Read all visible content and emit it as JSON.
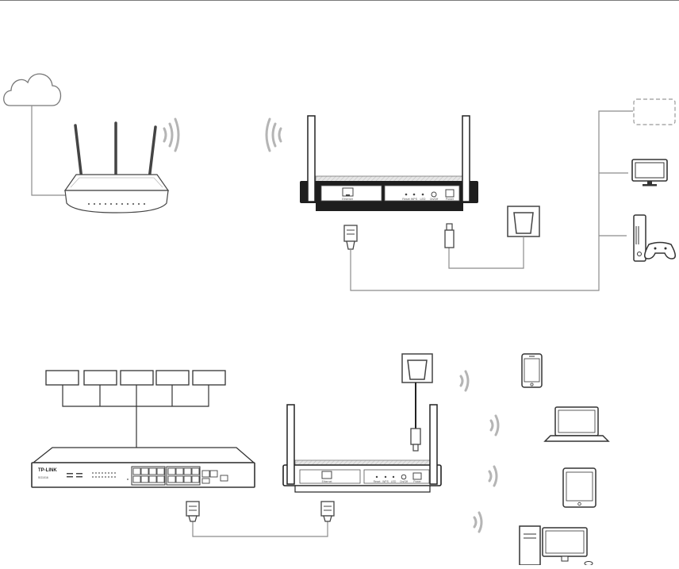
{
  "diagram": {
    "extender_ports": {
      "ethernet": "Ethernet",
      "reset": "Reset",
      "wps": "WPS",
      "led": "LED",
      "onoff": "On/Off",
      "power": "Power"
    },
    "switch": {
      "brand": "TP-LINK",
      "model": "SG1016"
    },
    "colors": {
      "line": "#8c8c8c",
      "device_dark": "#1e1e1e",
      "device_stroke": "#333333",
      "wifi_arc": "#b5b5b5"
    },
    "icons": [
      "cloud-icon",
      "router-icon",
      "extender-icon",
      "power-adapter-icon",
      "ethernet-plug-icon",
      "power-plug-icon",
      "tv-icon",
      "game-console-icon",
      "switch-icon",
      "smartphone-icon",
      "laptop-icon",
      "tablet-icon",
      "desktop-computer-icon",
      "wifi-signal-icon"
    ]
  }
}
